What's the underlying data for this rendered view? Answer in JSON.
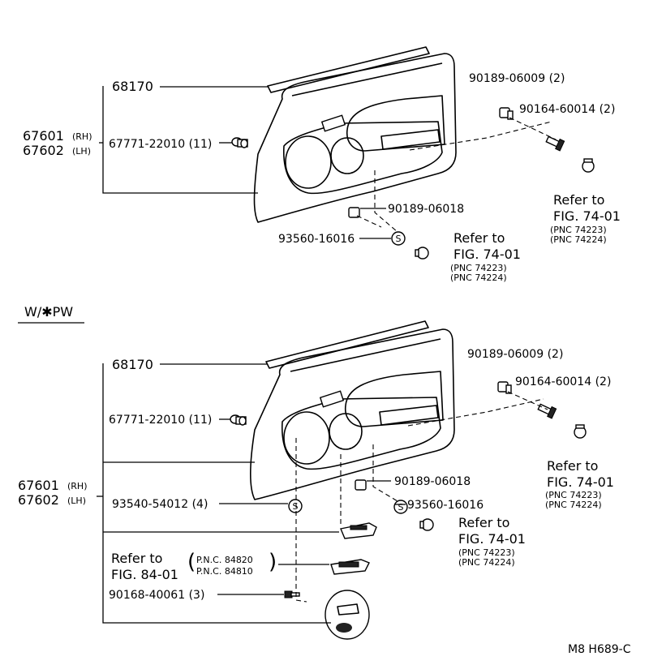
{
  "top": {
    "weatherstrip": "68170",
    "panel_rh": "67601",
    "rh_tag": "(RH)",
    "panel_lh": "67602",
    "lh_tag": "(LH)",
    "clip": "67771-22010 (11)",
    "nut_upper": "90189-06009 (2)",
    "screw": "90164-60014 (2)",
    "nut_lower": "90189-06018",
    "s_symbol": "S",
    "s_part": "93560-16016",
    "ref_right": {
      "line1": "Refer to",
      "line2": "FIG. 74-01",
      "pnc1": "(PNC 74223)",
      "pnc2": "(PNC 74224)"
    },
    "ref_bottom": {
      "line1": "Refer to",
      "line2": "FIG. 74-01",
      "pnc1": "(PNC 74223)",
      "pnc2": "(PNC 74224)"
    }
  },
  "section_title": "W/✱PW",
  "bottom": {
    "weatherstrip": "68170",
    "clip": "67771-22010 (11)",
    "panel_rh": "67601",
    "rh_tag": "(RH)",
    "panel_lh": "67602",
    "lh_tag": "(LH)",
    "nut_upper": "90189-06009 (2)",
    "screw": "90164-60014 (2)",
    "nut_lower": "90189-06018",
    "s_symbol": "S",
    "s_part_left": "93540-54012 (4)",
    "s_part_right": "93560-16016",
    "ref_right": {
      "line1": "Refer to",
      "line2": "FIG. 74-01",
      "pnc1": "(PNC 74223)",
      "pnc2": "(PNC 74224)"
    },
    "ref_mid": {
      "line1": "Refer to",
      "line2": "FIG. 74-01",
      "pnc1": "(PNC 74223)",
      "pnc2": "(PNC 74224)"
    },
    "ref_switch": {
      "line1": "Refer to",
      "line2": "FIG. 84-01",
      "pnc1": "P.N.C. 84820",
      "pnc2": "P.N.C. 84810"
    },
    "bolt": "90168-40061 (3)"
  },
  "footer": "M8  H689-C"
}
